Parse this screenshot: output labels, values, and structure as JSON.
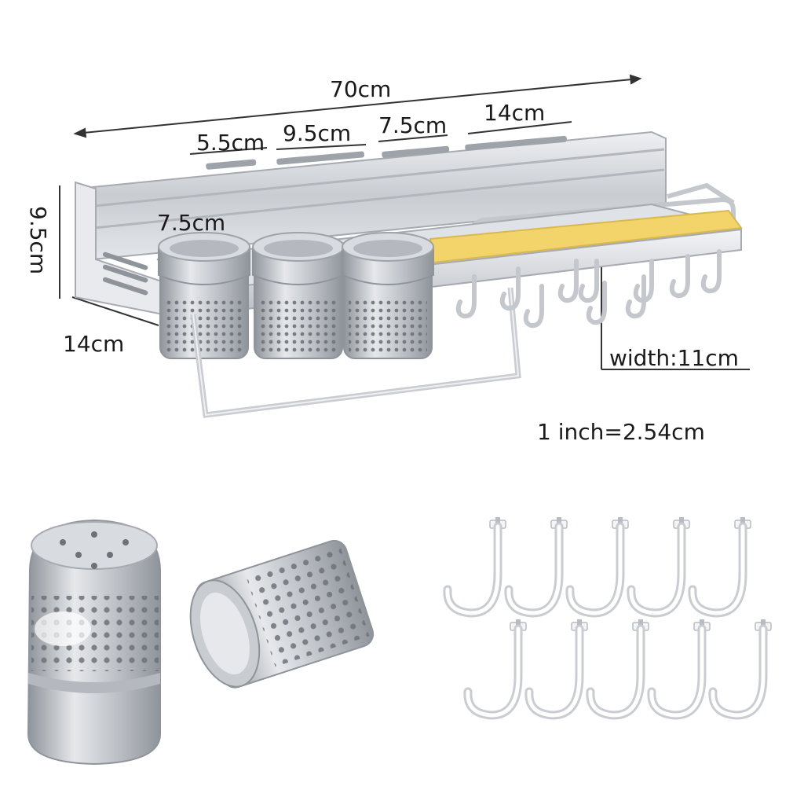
{
  "dimensions": {
    "total_length": "70cm",
    "segment_1": "5.5cm",
    "segment_2": "9.5cm",
    "segment_3": "7.5cm",
    "segment_4": "14cm",
    "height": "9.5cm",
    "cup_diameter": "7.5cm",
    "depth": "14cm",
    "shelf_width": "width:11cm"
  },
  "conversion_note": "1 inch=2.54cm",
  "colors": {
    "metal": "#c9ccd1",
    "metal_dark": "#9ea3aa",
    "metal_light": "#eef0f2",
    "shelf_mat": "#f2d46b",
    "text": "#1a1a1a"
  },
  "parts": {
    "cup_count": 3,
    "hook_count": 10,
    "loose_hooks_rows": 2,
    "loose_hooks_per_row": 5
  }
}
